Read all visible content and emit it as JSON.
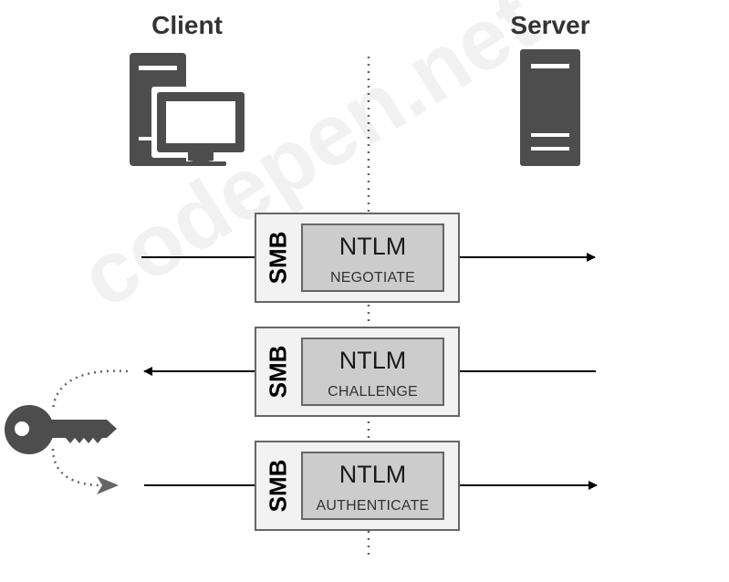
{
  "client": {
    "label": "Client",
    "icon": "desktop-computer-icon"
  },
  "server": {
    "label": "Server",
    "icon": "server-tower-icon"
  },
  "messages": [
    {
      "protocol": "SMB",
      "auth": "NTLM",
      "type": "NEGOTIATE",
      "direction": "client-to-server"
    },
    {
      "protocol": "SMB",
      "auth": "NTLM",
      "type": "CHALLENGE",
      "direction": "server-to-client"
    },
    {
      "protocol": "SMB",
      "auth": "NTLM",
      "type": "AUTHENTICATE",
      "direction": "client-to-server"
    }
  ],
  "key_icon": "key-icon",
  "watermark": "codepen.net",
  "colors": {
    "icon": "#4d4d4d",
    "packet_fill": "#f2f2f2",
    "inner_fill": "#cccccc",
    "border": "#666666"
  }
}
